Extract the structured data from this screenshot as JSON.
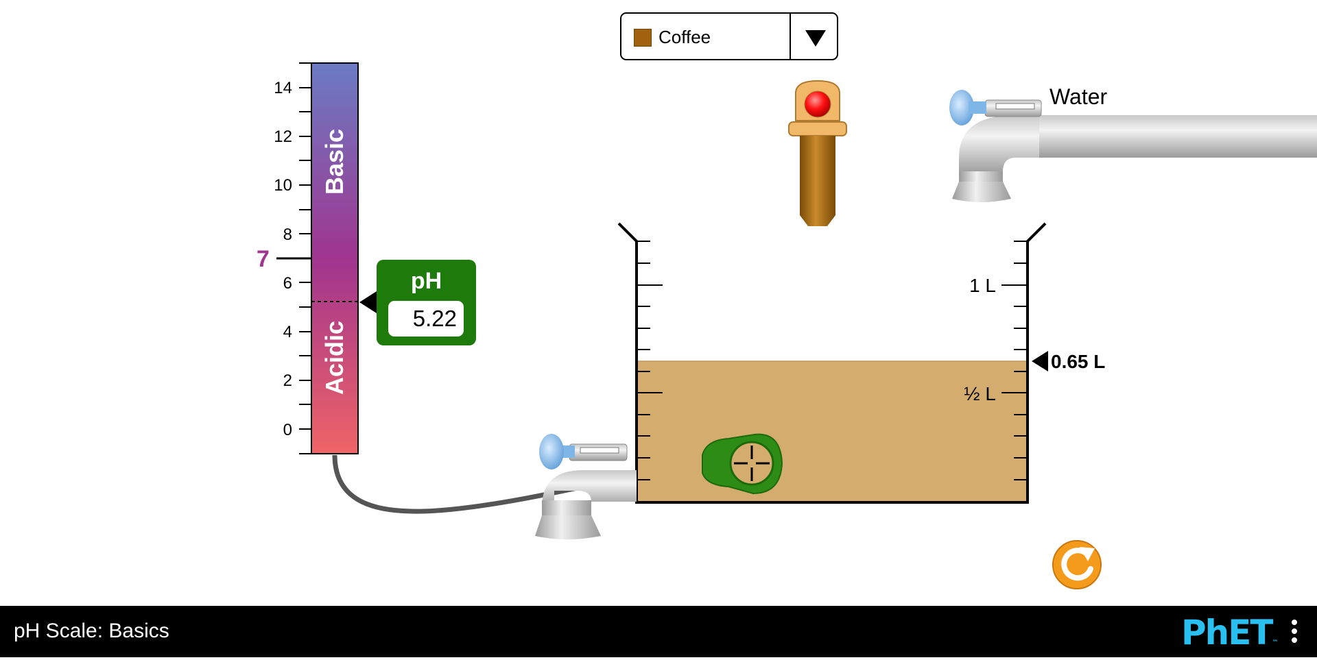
{
  "app": {
    "title": "pH Scale: Basics",
    "logo": "PhET",
    "menu_icon": "kebab-menu-icon"
  },
  "solute_selector": {
    "selected": "Coffee",
    "swatch_color": "#a0620c"
  },
  "ph_scale": {
    "tick_labels": [
      "14",
      "12",
      "10",
      "8",
      "6",
      "4",
      "2",
      "0"
    ],
    "neutral_label": "7",
    "basic_label": "Basic",
    "acidic_label": "Acidic",
    "basic_color": "#6b7bc4",
    "neutral_color": "#a0358f",
    "acidic_color": "#f06466"
  },
  "ph_meter": {
    "title": "pH",
    "value": "5.22"
  },
  "water_faucet": {
    "label": "Water"
  },
  "beaker": {
    "volume_labels": {
      "one_liter": "1 L",
      "half_liter": "½ L"
    },
    "current_volume": "0.65 L",
    "volume_fraction": 0.65,
    "liquid_color": "#d4ac6e"
  },
  "controls": {
    "reset_icon": "reset-icon"
  }
}
